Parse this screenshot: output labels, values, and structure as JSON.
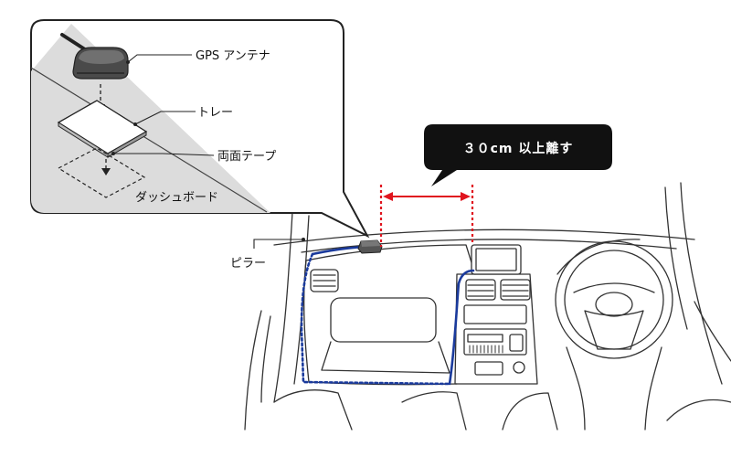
{
  "labels": {
    "gps_antenna": "GPS アンテナ",
    "tray": "トレー",
    "tape": "両面テープ",
    "dashboard": "ダッシュボード",
    "pillar": "ピラー",
    "distance_note": "３０cm 以上離す"
  },
  "colors": {
    "cable": "#1a3a9c",
    "distance_marker": "#e0141e",
    "callout_bg": "#111111"
  }
}
